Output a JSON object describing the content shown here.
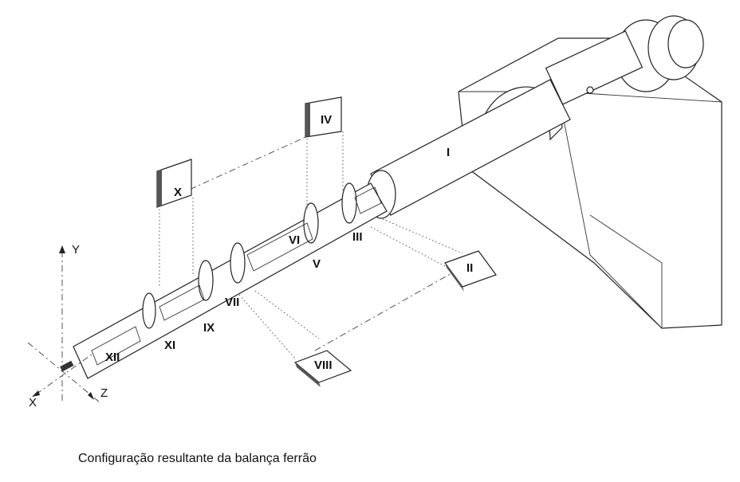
{
  "caption": "Configuração resultante da balança ferrão",
  "labels": {
    "I": "I",
    "II": "II",
    "III": "III",
    "IV": "IV",
    "V": "V",
    "VI": "VI",
    "VII": "VII",
    "VIII": "VIII",
    "IX": "IX",
    "X": "X",
    "XI": "XI",
    "XII": "XII"
  },
  "axes": {
    "x": "X",
    "y": "Y",
    "z": "Z"
  }
}
